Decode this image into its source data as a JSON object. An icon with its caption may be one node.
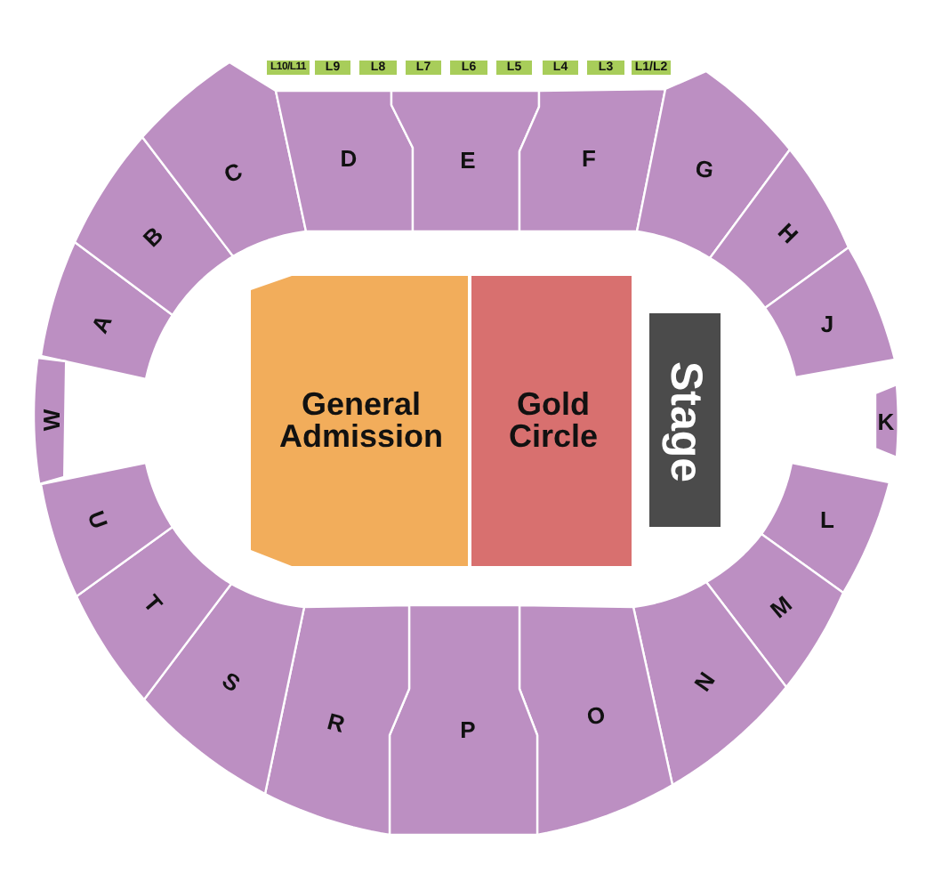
{
  "diagram": {
    "nodes": [
      {
        "text": [
          "L10/L11"
        ]
      },
      {
        "text": [
          "L9"
        ]
      },
      {
        "text": [
          "L8"
        ]
      },
      {
        "text": [
          "L7"
        ]
      },
      {
        "text": [
          "L6"
        ]
      },
      {
        "text": [
          "L5"
        ]
      },
      {
        "text": [
          "L4"
        ]
      },
      {
        "text": [
          "L3"
        ]
      },
      {
        "text": [
          "L1/L2"
        ]
      },
      {
        "text": [
          "A"
        ]
      },
      {
        "text": [
          "B"
        ]
      },
      {
        "text": [
          "C"
        ]
      },
      {
        "text": [
          "D"
        ]
      },
      {
        "text": [
          "E"
        ]
      },
      {
        "text": [
          "F"
        ]
      },
      {
        "text": [
          "G"
        ]
      },
      {
        "text": [
          "H"
        ]
      },
      {
        "text": [
          "J"
        ]
      },
      {
        "text": [
          "K"
        ]
      },
      {
        "text": [
          "L"
        ]
      },
      {
        "text": [
          "M"
        ]
      },
      {
        "text": [
          "N"
        ]
      },
      {
        "text": [
          "O"
        ]
      },
      {
        "text": [
          "P"
        ]
      },
      {
        "text": [
          "R"
        ]
      },
      {
        "text": [
          "S"
        ]
      },
      {
        "text": [
          "T"
        ]
      },
      {
        "text": [
          "U"
        ]
      },
      {
        "text": [
          "W"
        ]
      },
      {
        "text": [
          "General Admission"
        ]
      },
      {
        "text": [
          "Gold Circle"
        ]
      },
      {
        "text": [
          "Stage"
        ]
      }
    ]
  }
}
